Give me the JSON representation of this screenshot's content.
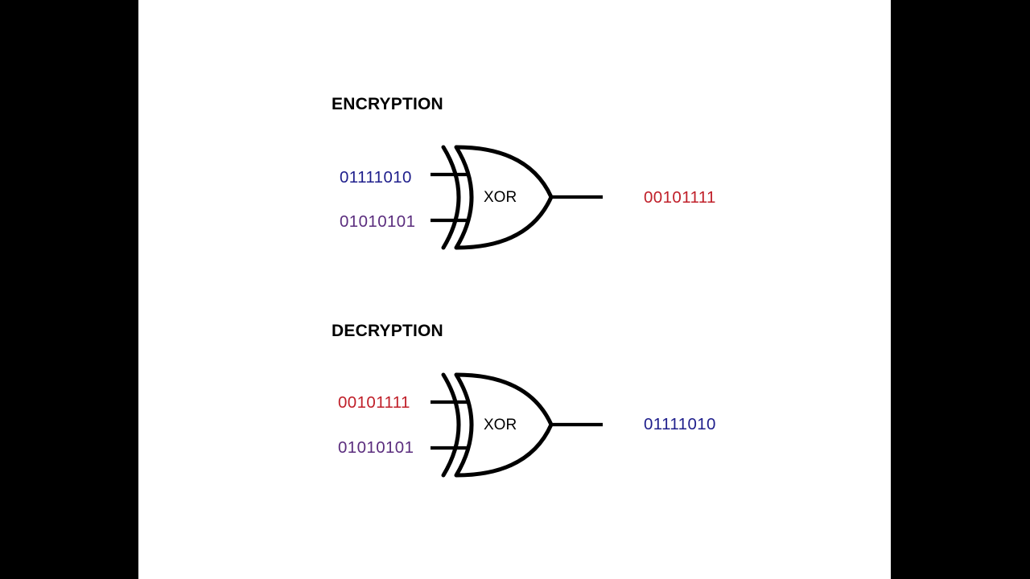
{
  "canvas": {
    "background_color": "#ffffff",
    "letterbox_color": "#000000"
  },
  "colors": {
    "plaintext": "#1f1f8c",
    "key": "#5b2d7e",
    "ciphertext": "#c0202a",
    "outline": "#000000",
    "heading": "#000000"
  },
  "sections": [
    {
      "id": "encryption",
      "title": "ENCRYPTION",
      "gate": {
        "label": "XOR",
        "type": "xor-gate"
      },
      "inputs": [
        {
          "role": "plaintext",
          "value": "01111010",
          "color": "#1f1f8c"
        },
        {
          "role": "key",
          "value": "01010101",
          "color": "#5b2d7e"
        }
      ],
      "output": {
        "role": "ciphertext",
        "value": "00101111",
        "color": "#c0202a"
      }
    },
    {
      "id": "decryption",
      "title": "DECRYPTION",
      "gate": {
        "label": "XOR",
        "type": "xor-gate"
      },
      "inputs": [
        {
          "role": "ciphertext",
          "value": "00101111",
          "color": "#c0202a"
        },
        {
          "role": "key",
          "value": "01010101",
          "color": "#5b2d7e"
        }
      ],
      "output": {
        "role": "plaintext",
        "value": "01111010",
        "color": "#1f1f8c"
      }
    }
  ]
}
